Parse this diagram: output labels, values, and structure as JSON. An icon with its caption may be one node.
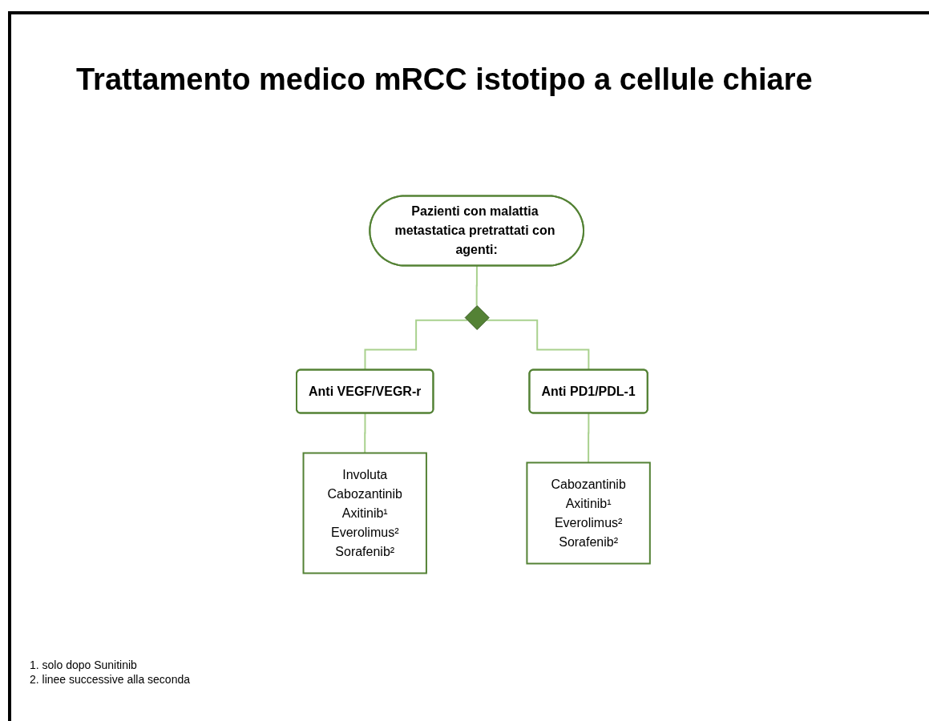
{
  "diagram": {
    "title": "Trattamento medico mRCC istotipo a cellule chiare",
    "nodes": [
      {
        "text": [
          "Pazienti con malattia metastatica pretrattati con agenti:"
        ]
      },
      {
        "text": [],
        "shape": "diamond"
      },
      {
        "text": [
          "Anti VEGF/VEGR-r"
        ]
      },
      {
        "text": [
          "Anti PD1/PDL-1"
        ]
      },
      {
        "text": [
          "Involuta",
          "Cabozantinib",
          "Axitinib¹",
          "Everolimus²",
          "Sorafenib²"
        ]
      },
      {
        "text": [
          "Cabozantinib",
          "Axitinib¹",
          "Everolimus²",
          "Sorafenib²"
        ]
      }
    ],
    "edges": [
      {
        "from": 0,
        "to": 1,
        "arrow": "none"
      },
      {
        "from": 1,
        "to": 2,
        "arrow": "none"
      },
      {
        "from": 1,
        "to": 3,
        "arrow": "none"
      },
      {
        "from": 2,
        "to": 4,
        "arrow": "none"
      },
      {
        "from": 3,
        "to": 5,
        "arrow": "none"
      }
    ],
    "labels": [
      "1. solo dopo Sunitinib",
      "2. linee successive alla seconda"
    ]
  }
}
